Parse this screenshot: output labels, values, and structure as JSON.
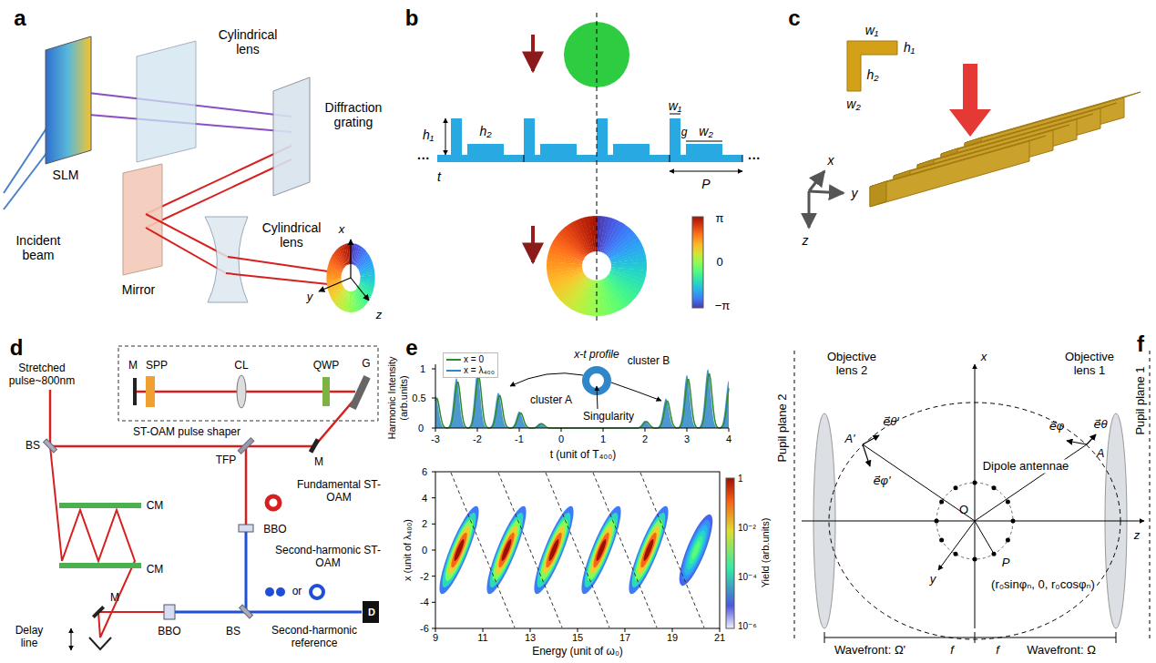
{
  "diagram": {
    "labels": [
      "a",
      "SLM",
      "Cylindrical lens",
      "Diffraction grating",
      "Incident beam",
      "Mirror",
      "Cylindrical lens",
      "x",
      "y",
      "z",
      "b",
      "···",
      "h₁",
      "h₂",
      "t",
      "w₁",
      "g",
      "w₂",
      "P",
      "···",
      "π",
      "0",
      "−π",
      "c",
      "w₁",
      "h₁",
      "h₂",
      "w₂",
      "x",
      "y",
      "z",
      "d",
      "M",
      "SPP",
      "CL",
      "QWP",
      "G",
      "Stretched pulse~800nm",
      "ST-OAM pulse shaper",
      "BS",
      "TFP",
      "M",
      "Fundamental ST-OAM",
      "BBO",
      "CM",
      "CM",
      "Second-harmonic ST-OAM",
      "or",
      "M",
      "BBO",
      "BS",
      "D",
      "Delay line",
      "Second-harmonic reference",
      "e",
      "x-t profile",
      "cluster A",
      "Singularity",
      "cluster B",
      "t (unit of T₄₀₀)",
      "-3",
      "-2",
      "-1",
      "0",
      "1",
      "2",
      "3",
      "4",
      "0",
      "0.5",
      "1",
      "Harmonic Intensity (arb.units)",
      "x (unit of λ₄₀₀)",
      "6",
      "4",
      "2",
      "0",
      "-2",
      "-4",
      "-6",
      "9",
      "11",
      "13",
      "15",
      "17",
      "19",
      "21",
      "Energy (unit of ω₀)",
      "1",
      "10⁻²",
      "10⁻⁴",
      "10⁻⁶",
      "Yield (arb.units)",
      "f",
      "Pupil plane 2",
      "Objective lens 2",
      "A'",
      "e⃗θ'",
      "e⃗φ'",
      "Dipole antennae",
      "x",
      "Objective lens 1",
      "e⃗θ",
      "A",
      "e⃗φ",
      "Pupil plane 1",
      "z",
      "y",
      "O",
      "P",
      "(r₀sinφₙ, 0, r₀cosφₙ)",
      "Wavefront: Ω'",
      "f",
      "f",
      "Wavefront: Ω"
    ],
    "legend": [
      {
        "text": "x = 0"
      },
      {
        "text": "x = λ₄₀₀"
      }
    ]
  }
}
